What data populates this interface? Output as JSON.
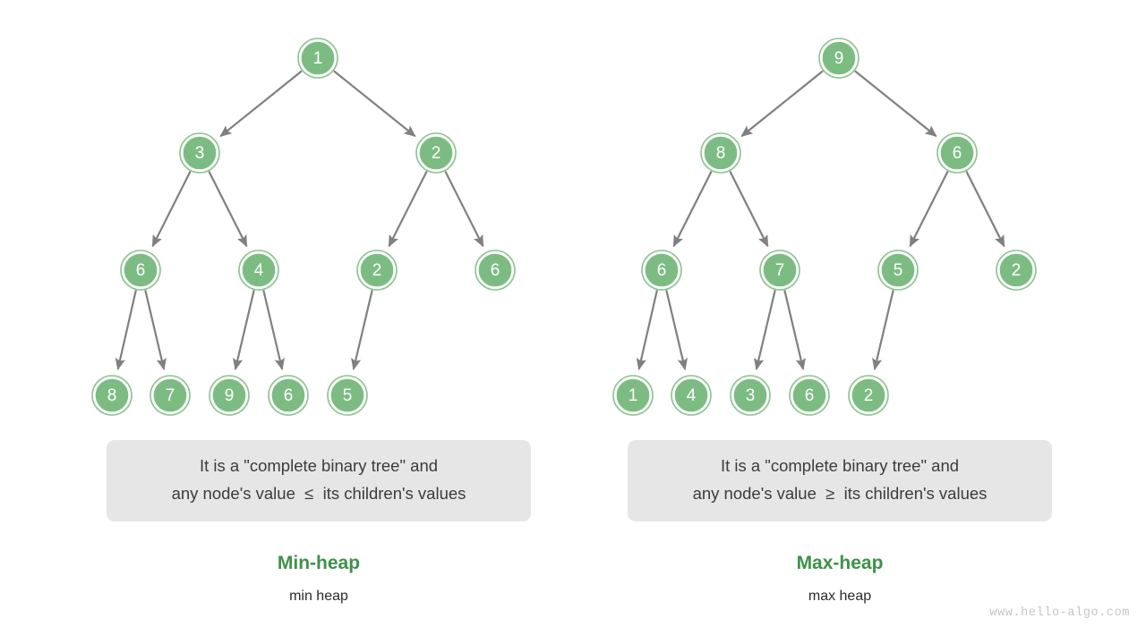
{
  "diagram": {
    "title_semantic": "min-heap and max-heap comparison",
    "background_color": "#ffffff",
    "node_fill_color": "#7cbc83",
    "node_ring_color": "#8cc491",
    "node_text_color": "#ffffff",
    "edge_color": "#808080",
    "caption_bg_color": "#e6e6e6",
    "caption_text_color": "#3c3c3c",
    "title_color": "#3e9149",
    "watermark_color": "#c6c6c6"
  },
  "watermark": "www.hello-algo.com",
  "panels": [
    {
      "id": "min-heap",
      "title": "Min-heap",
      "sublabel": "min heap",
      "caption_line1": "It is a \"complete binary tree\" and",
      "caption_line2": "any node's value  ≤  its children's values",
      "comparator": "≤",
      "tree": {
        "levels": [
          {
            "level": 0,
            "values": [
              1
            ]
          },
          {
            "level": 1,
            "values": [
              3,
              2
            ]
          },
          {
            "level": 2,
            "values": [
              6,
              4,
              2,
              6
            ]
          },
          {
            "level": 3,
            "values": [
              8,
              7,
              9,
              6,
              5
            ]
          }
        ],
        "array_order": [
          1,
          3,
          2,
          6,
          4,
          2,
          6,
          8,
          7,
          9,
          6,
          5
        ],
        "node_count": 12
      }
    },
    {
      "id": "max-heap",
      "title": "Max-heap",
      "sublabel": "max heap",
      "caption_line1": "It is a \"complete binary tree\" and",
      "caption_line2": "any node's value  ≥  its children's values",
      "comparator": "≥",
      "tree": {
        "levels": [
          {
            "level": 0,
            "values": [
              9
            ]
          },
          {
            "level": 1,
            "values": [
              8,
              6
            ]
          },
          {
            "level": 2,
            "values": [
              6,
              7,
              5,
              2
            ]
          },
          {
            "level": 3,
            "values": [
              1,
              4,
              3,
              6,
              2
            ]
          }
        ],
        "array_order": [
          9,
          8,
          6,
          6,
          7,
          5,
          2,
          1,
          4,
          3,
          6,
          2
        ],
        "node_count": 12
      }
    }
  ],
  "geometry": {
    "node_radius": 19,
    "node_ring_radius": 22,
    "level_y": [
      65,
      171,
      302,
      442
    ],
    "level0_x": [
      355
    ],
    "level1_x": [
      223,
      487
    ],
    "level2_x": [
      157,
      289,
      421,
      553
    ],
    "level3_x": [
      125,
      190,
      256,
      322,
      388
    ]
  }
}
